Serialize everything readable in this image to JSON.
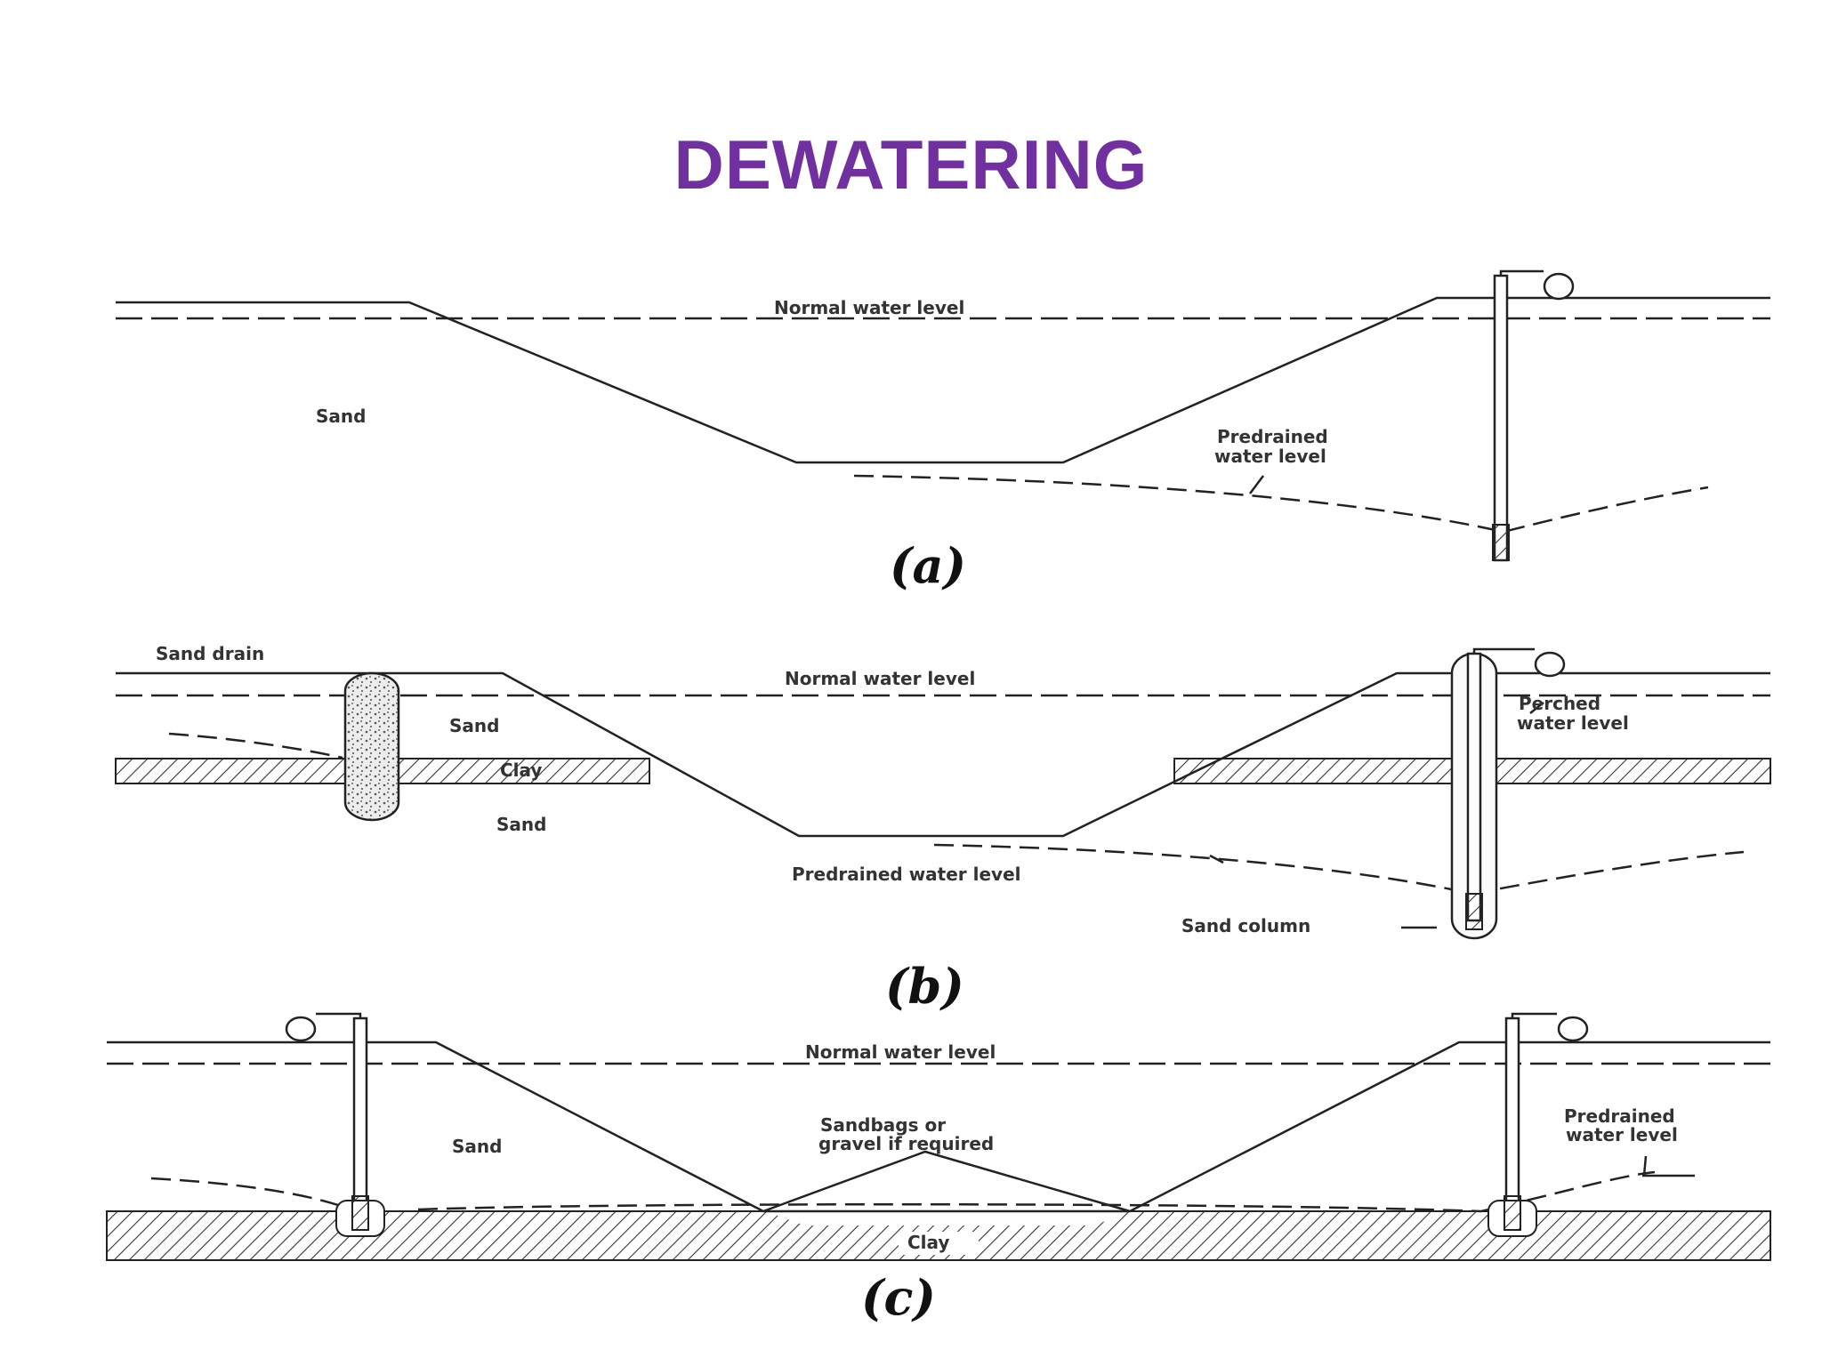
{
  "title": "DEWATERING",
  "panel_a": {
    "caption": "(a)",
    "normal_water_level": "Normal water level",
    "sand": "Sand",
    "predrained_line1": "Predrained",
    "predrained_line2": "water level"
  },
  "panel_b": {
    "caption": "(b)",
    "sand_drain": "Sand drain",
    "normal_water_level": "Normal water level",
    "sand_upper": "Sand",
    "clay": "Clay",
    "sand_lower": "Sand",
    "perched_line1": "Perched",
    "perched_line2": "water level",
    "predrained": "Predrained water level",
    "sand_column": "Sand column"
  },
  "panel_c": {
    "caption": "(c)",
    "normal_water_level": "Normal water level",
    "sand": "Sand",
    "sandbags_line1": "Sandbags or",
    "sandbags_line2": "gravel if required",
    "predrained_line1": "Predrained",
    "predrained_line2": "water level",
    "clay": "Clay"
  },
  "colors": {
    "title": "#7030a0",
    "lines": "#222222"
  }
}
